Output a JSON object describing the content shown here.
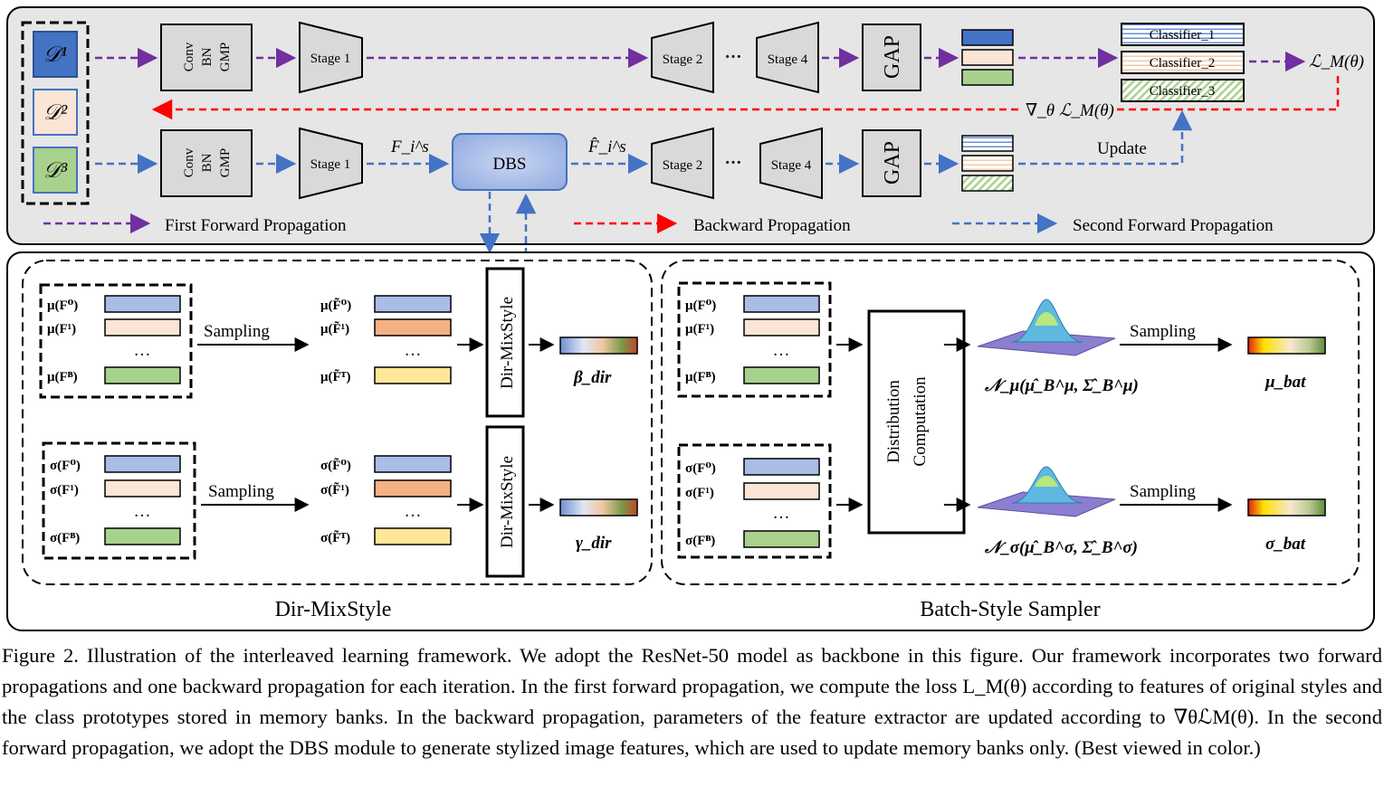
{
  "top_panel": {
    "domains": [
      "𝒟¹",
      "𝒟²",
      "𝒟³"
    ],
    "conv_block": [
      "Conv",
      "BN",
      "GMP"
    ],
    "stage1": "Stage 1",
    "stage2": "Stage 2",
    "stage4": "Stage 4",
    "ellipsis": "···",
    "gap": "GAP",
    "classifiers": [
      "Classifier_1",
      "Classifier_2",
      "Classifier_3"
    ],
    "loss": "ℒ_M(θ)",
    "grad_loss": "∇_θ ℒ_M(θ)",
    "dbs": "DBS",
    "f_in": "F_i^s",
    "f_out": "F̂_i^s",
    "update": "Update",
    "legend": {
      "first": "First Forward Propagation",
      "backward": "Backward Propagation",
      "second": "Second Forward Propagation"
    }
  },
  "dir_mixstyle": {
    "title": "Dir-MixStyle",
    "mu_labels": [
      "μ(F⁰)",
      "μ(F¹)",
      "μ(Fᴮ)"
    ],
    "sigma_labels": [
      "σ(F⁰)",
      "σ(F¹)",
      "σ(Fᴮ)"
    ],
    "mu_tilde_labels": [
      "μ(F̃⁰)",
      "μ(F̃¹)",
      "μ(F̃ᵀ)"
    ],
    "sigma_tilde_labels": [
      "σ(F̃⁰)",
      "σ(F̃¹)",
      "σ(F̃ᵀ)"
    ],
    "dots": "…",
    "sampling": "Sampling",
    "module": "Dir-MixStyle",
    "beta": "β_dir",
    "gamma": "γ_dir"
  },
  "batch_sampler": {
    "title": "Batch-Style Sampler",
    "mu_labels": [
      "μ(F⁰)",
      "μ(F¹)",
      "μ(Fᴮ)"
    ],
    "sigma_labels": [
      "σ(F⁰)",
      "σ(F¹)",
      "σ(Fᴮ)"
    ],
    "dots": "…",
    "dist_lines": [
      "Distribution",
      "Computation"
    ],
    "sampling": "Sampling",
    "n_mu": "𝒩_μ(μ̂_B^μ, Σ̂_B^μ)",
    "n_sigma": "𝒩_σ(μ̂_B^σ, Σ̂_B^σ)",
    "mu_bat": "μ_bat",
    "sigma_bat": "σ_bat"
  },
  "caption": "Figure 2.  Illustration of the interleaved learning framework. We adopt the ResNet-50 model as backbone in this figure. Our framework incorporates two forward propagations and one backward propagation for each iteration. In the first forward propagation, we compute the loss L_M(θ) according to features of original styles and the class prototypes stored in memory banks. In the backward propagation, parameters of the feature extractor are updated according to ∇θℒM(θ). In the second forward propagation, we adopt the DBS module to generate stylized image features, which are used to update memory banks only. (Best viewed in color.)",
  "colors": {
    "purple": "#7030a0",
    "red": "#ff0000",
    "blue": "#4472c4",
    "panel_gray": "#e6e6e6",
    "domain1": "#4472c4",
    "domain2": "#fbe5d6",
    "domain3": "#a9d18e"
  }
}
